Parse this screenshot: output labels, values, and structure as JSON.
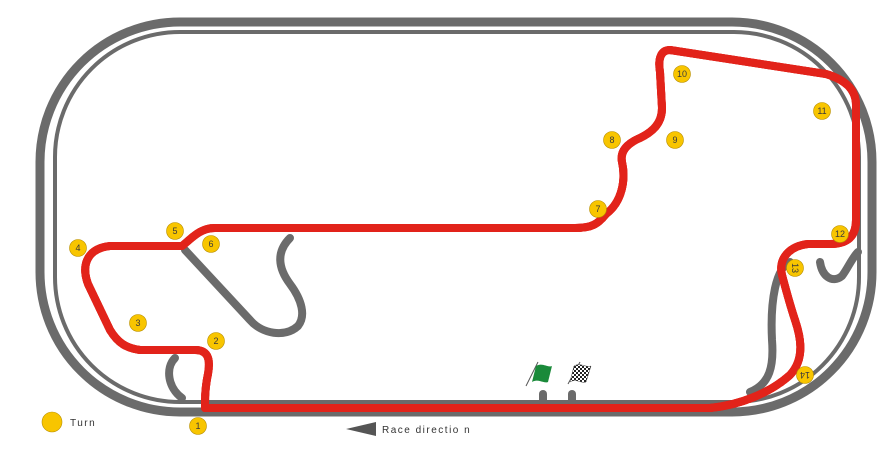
{
  "turns": [
    "1",
    "2",
    "3",
    "4",
    "5",
    "6",
    "7",
    "8",
    "9",
    "10",
    "11",
    "12",
    "13",
    "14"
  ],
  "legend": {
    "turn_label": "Turn",
    "direction_label": "Race directio n"
  },
  "colors": {
    "track": "#6b6b6b",
    "route": "#e2231a",
    "turn_marker": "#f8c500",
    "green_flag": "#1a8a3a"
  },
  "icons": [
    "green-flag-icon",
    "checkered-flag-icon",
    "race-direction-arrow-icon",
    "turn-marker-icon"
  ]
}
